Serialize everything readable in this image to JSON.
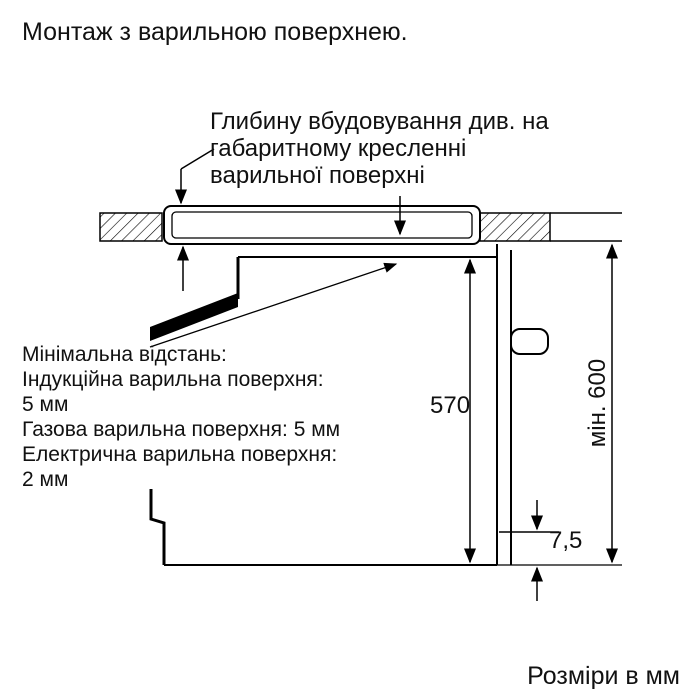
{
  "page": {
    "title": "Монтаж з варильною поверхнею.",
    "footer": "Розміри в мм"
  },
  "annotation": {
    "lines": [
      "Глибину вбудовування див. на",
      "габаритному кресленні",
      "варильної поверхні"
    ]
  },
  "min_distance_note": {
    "lines": [
      "Мінімальна відстань:",
      "Індукційна варильна поверхня:",
      "5 мм",
      "Газова варильна поверхня: 5 мм",
      "Електрична варильна поверхня:",
      "2 мм"
    ]
  },
  "dimensions": {
    "oven_niche_height": "570",
    "min_cabinet_height": "мін. 600",
    "bottom_clearance": "7,5"
  },
  "colors": {
    "line": "#000000",
    "background": "#ffffff"
  }
}
